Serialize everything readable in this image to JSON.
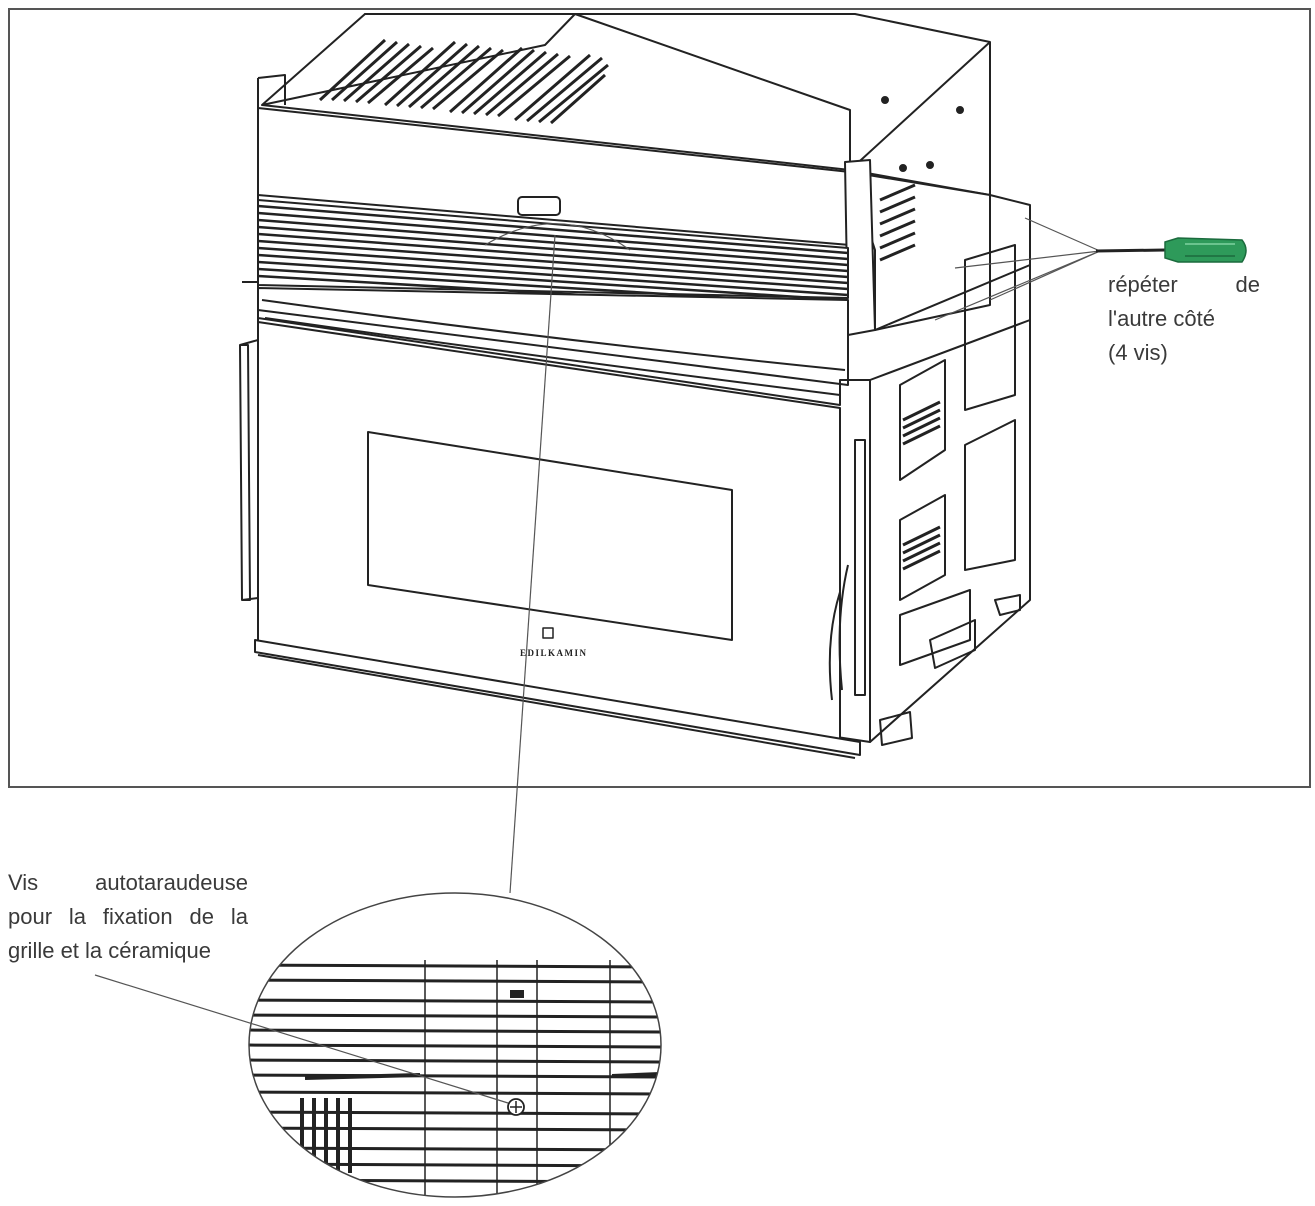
{
  "annotations": {
    "repeat_other_side": {
      "line1": "répéter de",
      "line2": "l'autre côté",
      "line3": "(4 vis)"
    },
    "self_tapping_screw": {
      "line1": "Vis autotaraudeuse",
      "line2": "pour la fixation de la",
      "line3": "grille et la céramique"
    }
  },
  "brand_logo_text": "EDILKAMIN",
  "colors": {
    "line": "#222222",
    "screwdriver_handle": "#2e9a5a",
    "frame": "#555555",
    "text": "#3a3a3a"
  },
  "icons": [
    "screwdriver-icon",
    "screw-icon",
    "brand-logo-icon"
  ]
}
